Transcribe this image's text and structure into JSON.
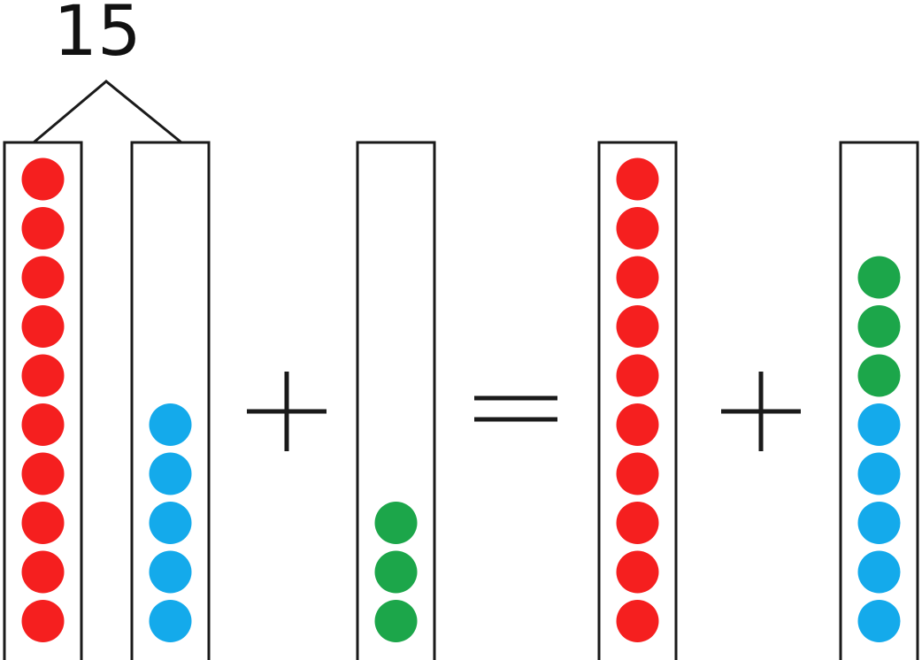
{
  "equation": {
    "group_label": "15",
    "colors": {
      "red": "#f51f1f",
      "blue": "#14aaeb",
      "green": "#1ca64a"
    },
    "tubes": [
      {
        "name": "tube-1",
        "dots_bottom_to_top": [
          "red",
          "red",
          "red",
          "red",
          "red",
          "red",
          "red",
          "red",
          "red",
          "red"
        ]
      },
      {
        "name": "tube-2",
        "dots_bottom_to_top": [
          "blue",
          "blue",
          "blue",
          "blue",
          "blue"
        ]
      },
      {
        "name": "tube-3",
        "dots_bottom_to_top": [
          "green",
          "green",
          "green"
        ]
      },
      {
        "name": "tube-4",
        "dots_bottom_to_top": [
          "red",
          "red",
          "red",
          "red",
          "red",
          "red",
          "red",
          "red",
          "red",
          "red"
        ]
      },
      {
        "name": "tube-5",
        "dots_bottom_to_top": [
          "blue",
          "blue",
          "blue",
          "blue",
          "blue",
          "green",
          "green",
          "green"
        ]
      }
    ],
    "operators": [
      {
        "name": "plus-sign-1",
        "symbol": "plus"
      },
      {
        "name": "equals-sign",
        "symbol": "equals"
      },
      {
        "name": "plus-sign-2",
        "symbol": "plus"
      }
    ]
  }
}
